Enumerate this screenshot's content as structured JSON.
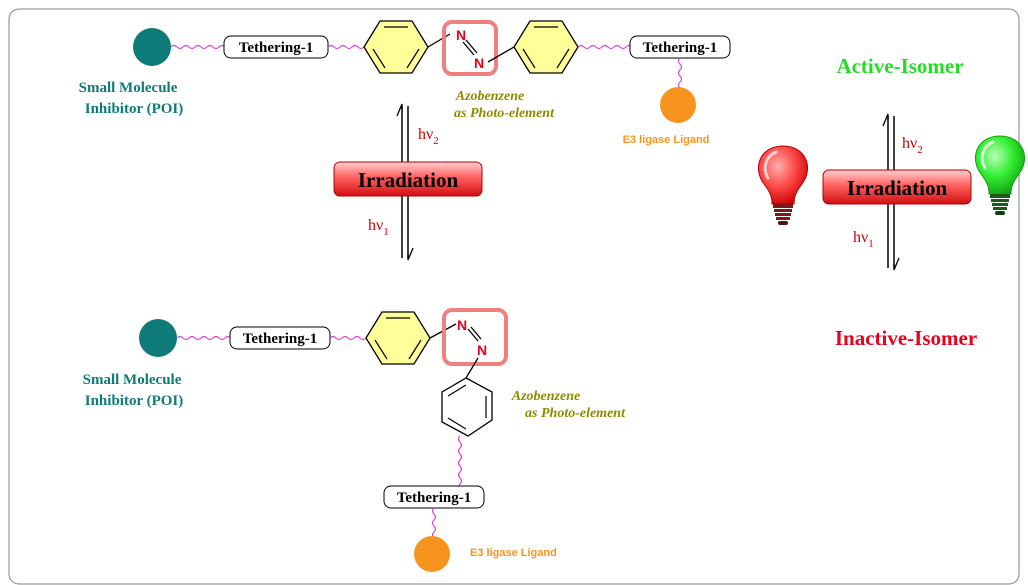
{
  "top_scheme": {
    "inhibitor_line1": "Small Molecule",
    "inhibitor_line2": "Inhibitor (POI)",
    "tether_left": "Tethering-1",
    "tether_right": "Tethering-1",
    "azo_n1": "N",
    "azo_n2": "N",
    "azo_caption_line1": "Azobenzene",
    "azo_caption_line2": "as Photo-element",
    "e3_label": "E3 ligase Ligand"
  },
  "bottom_scheme": {
    "inhibitor_line1": "Small Molecule",
    "inhibitor_line2": "Inhibitor (POI)",
    "tether_left": "Tethering-1",
    "tether_bottom": "Tethering-1",
    "azo_n1": "N",
    "azo_n2": "N",
    "azo_caption_line1": "Azobenzene",
    "azo_caption_line2": "as Photo-element",
    "e3_label": "E3 ligase Ligand"
  },
  "left_equilibrium": {
    "hv_top": "hν",
    "hv_top_sub": "2",
    "button_label": "Irradiation",
    "hv_bottom": "hν",
    "hv_bottom_sub": "1"
  },
  "right_legend": {
    "active_label": "Active-Isomer",
    "inactive_label": "Inactive-Isomer",
    "hv_top": "hν",
    "hv_top_sub": "2",
    "button_label": "Irradiation",
    "hv_bottom": "hν",
    "hv_bottom_sub": "1"
  },
  "colors": {
    "teal": "#0f7b78",
    "orange": "#f7941d",
    "magenta": "#e040e0",
    "ring_fill": "#ffff99",
    "azo_box": "#f08080",
    "nitrogen": "#e8001c",
    "olive": "#8c8c00",
    "active_green": "#22dd22",
    "inactive_red": "#e8001c",
    "hv_red": "#cc0000"
  }
}
